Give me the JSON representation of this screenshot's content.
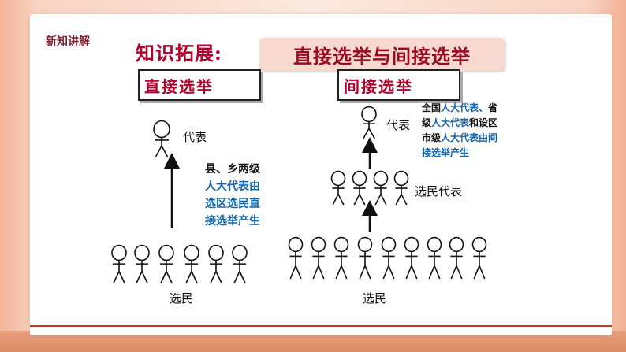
{
  "section_tag": "新知讲解",
  "title_main": "知识拓展:",
  "title_box": "直接选举与间接选举",
  "direct": {
    "frame_label": "直接选举",
    "rep_label": "代表",
    "voters_label": "选民",
    "note_line1": "县、乡两级",
    "note_line2": "人大代表由",
    "note_line3": "选区选民直",
    "note_line4": "接选举产生"
  },
  "indirect": {
    "frame_label": "间接选举",
    "rep_label": "代表",
    "mid_label": "选民代表",
    "voters_label": "选民",
    "note_l1_a": "全国",
    "note_l1_b": "人大代表、",
    "note_l1_c": "省",
    "note_l2_a": "级",
    "note_l2_b": "人大代表",
    "note_l2_c": "和设区",
    "note_l3_a": "市级",
    "note_l3_b": "人大代表由间",
    "note_l4": "接选举产生"
  },
  "colors": {
    "accent_red": "#b3002d",
    "note_blue": "#1565a8",
    "title_box_bg": "#f7d9cf"
  }
}
